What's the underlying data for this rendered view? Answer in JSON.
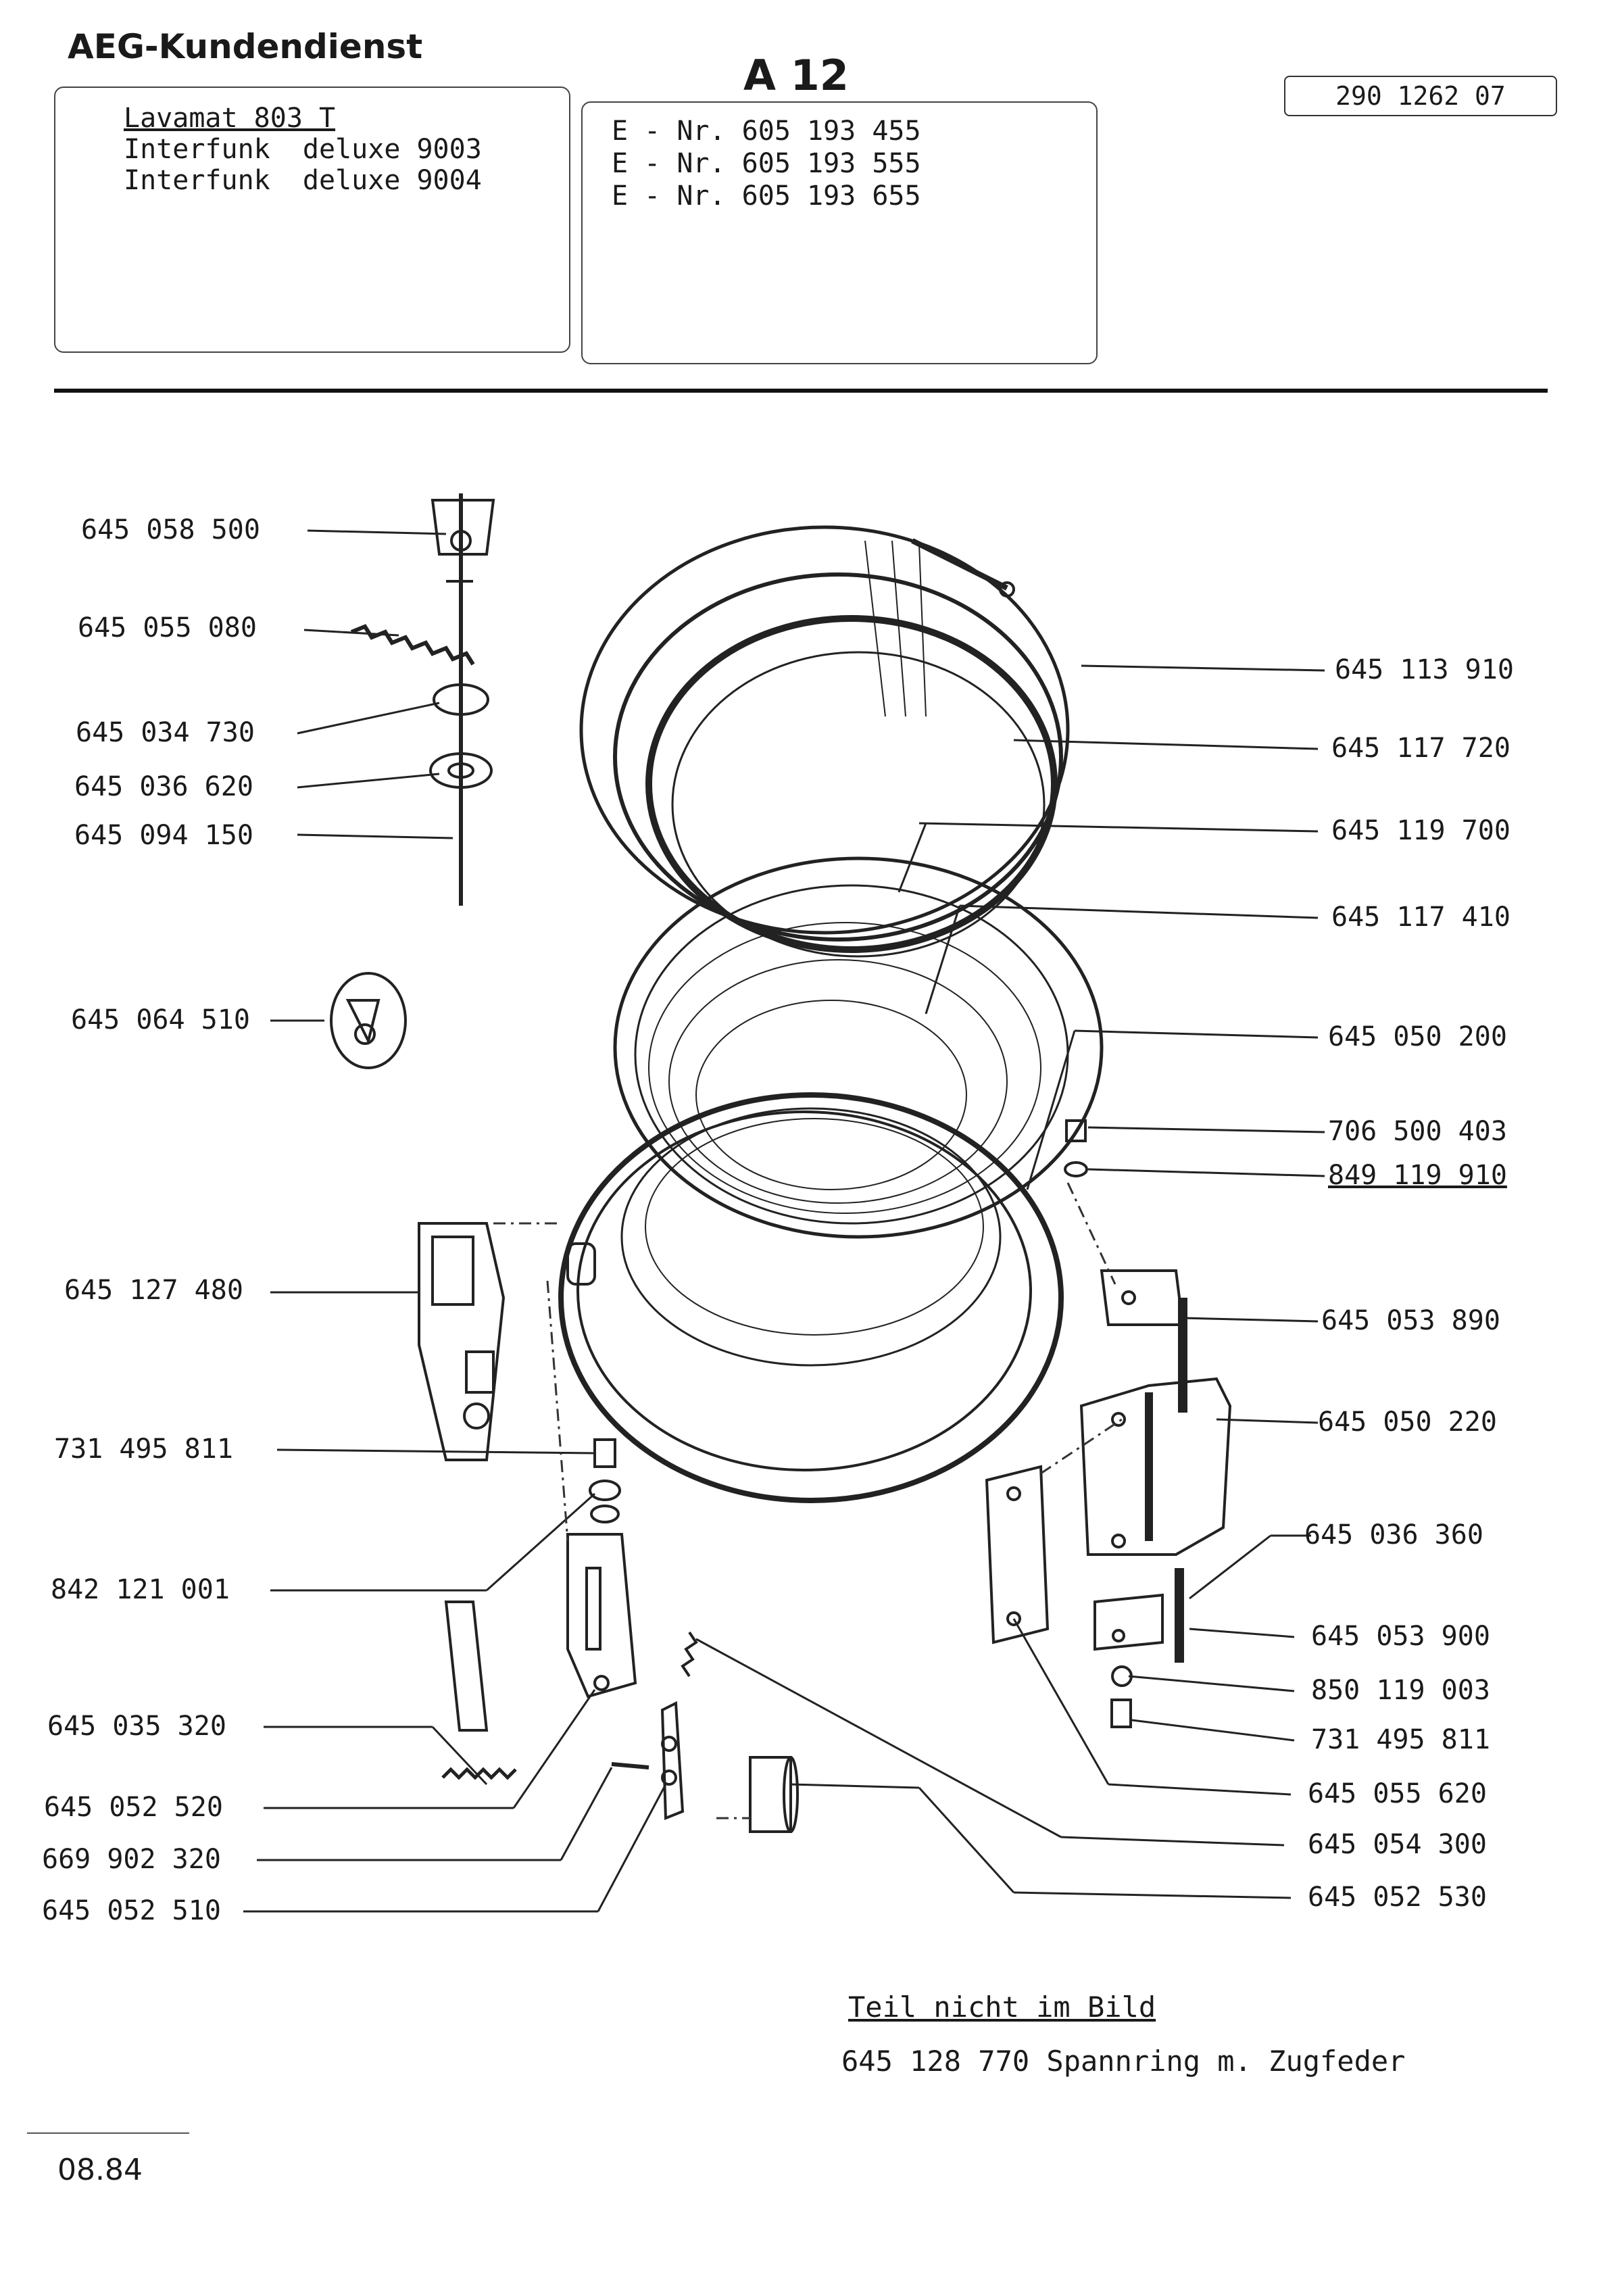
{
  "header": {
    "brand": "AEG-Kundendienst",
    "sheet": "A 12",
    "doc_number": "290 1262 07"
  },
  "models": [
    "Lavamat 803 T",
    "Interfunk  deluxe 9003",
    "Interfunk  deluxe 9004"
  ],
  "e_numbers": [
    "E - Nr. 605 193 455",
    "E - Nr. 605 193 555",
    "E - Nr. 605 193 655"
  ],
  "parts_left": [
    "645 058 500",
    "645 055 080",
    "645 034 730",
    "645 036 620",
    "645 094 150",
    "645 064 510",
    "645 127 480",
    "731 495 811",
    "842 121 001",
    "645 035 320",
    "645 052 520",
    "669 902 320",
    "645 052 510"
  ],
  "parts_right": [
    "645 113 910",
    "645 117 720",
    "645 119 700",
    "645 117 410",
    "645 050 200",
    "706 500 403",
    "849 119 910",
    "645 053 890",
    "645 050 220",
    "645 036 360",
    "645 053 900",
    "850 119 003",
    "731 495 811",
    "645 055 620",
    "645 054 300",
    "645 052 530"
  ],
  "note": {
    "title": "Teil nicht im Bild",
    "item": "645 128 770 Spannring m. Zugfeder"
  },
  "footer": {
    "date": "08.84"
  }
}
